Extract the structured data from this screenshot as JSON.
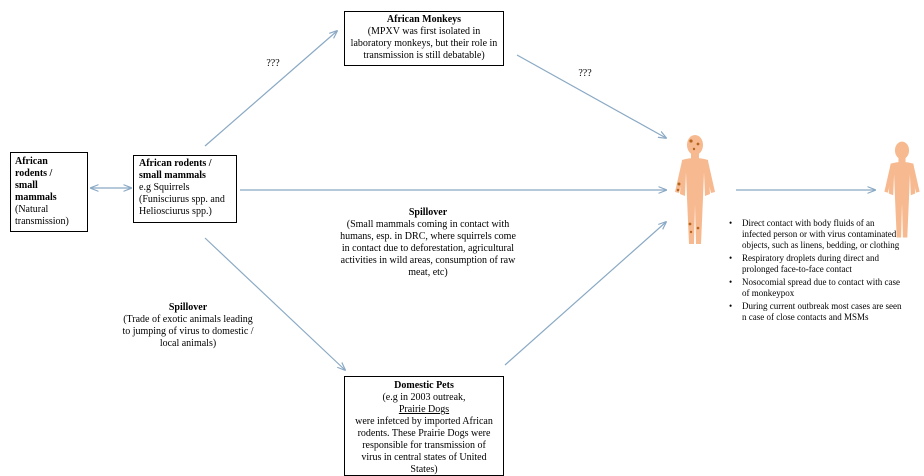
{
  "rodents_box": {
    "title_lines": [
      "African",
      "rodents /",
      "small",
      "mammals"
    ],
    "note_lines": [
      "(Natural",
      "transmission)"
    ]
  },
  "squirrels_box": {
    "title_lines": [
      "African rodents /",
      "small mammals"
    ],
    "body_lines": [
      "e.g Squirrels",
      "(Funisciurus spp. and",
      "Heliosciurus spp.)"
    ]
  },
  "monkeys_box": {
    "title": "African Monkeys",
    "body_lines": [
      "(MPXV was first isolated in",
      "laboratory monkeys, but their role in",
      "transmission is still debatable)"
    ]
  },
  "pets_box": {
    "title": "Domestic Pets",
    "line1": "(e.g in 2003 outreak,",
    "underlined": "Prairie Dogs",
    "body_lines": [
      "were infetced by imported African",
      "rodents. These Prairie Dogs were",
      "responsible for transmission of",
      "virus in central states of United",
      "States)"
    ]
  },
  "question_left": "???",
  "question_right": "???",
  "spillover_center": {
    "title": "Spillover",
    "lines": [
      "(Small mammals coming in contact with",
      "humans, esp. in DRC, where squirrels come",
      "in contact due to deforestation, agricultural",
      "activities in wild areas, consumption of raw",
      "meat, etc)"
    ]
  },
  "spillover_left": {
    "title": "Spillover",
    "lines": [
      "(Trade of exotic animals leading",
      "to jumping of virus to domestic /",
      "local animals)"
    ]
  },
  "transmission_modes": [
    "Direct contact with body fluids of an infected person or with virus contaminated objects, such as linens, bedding, or clothing",
    "Respiratory droplets during direct and prolonged face-to-face contact",
    "Nosocomial spread due to contact with case of monkeypox",
    "During current outbreak most cases are seen n case of close contacts and MSMs"
  ],
  "colors": {
    "arrow": "#8aa9c4",
    "skin": "#f7b98f",
    "lesion": "#b5651d"
  }
}
